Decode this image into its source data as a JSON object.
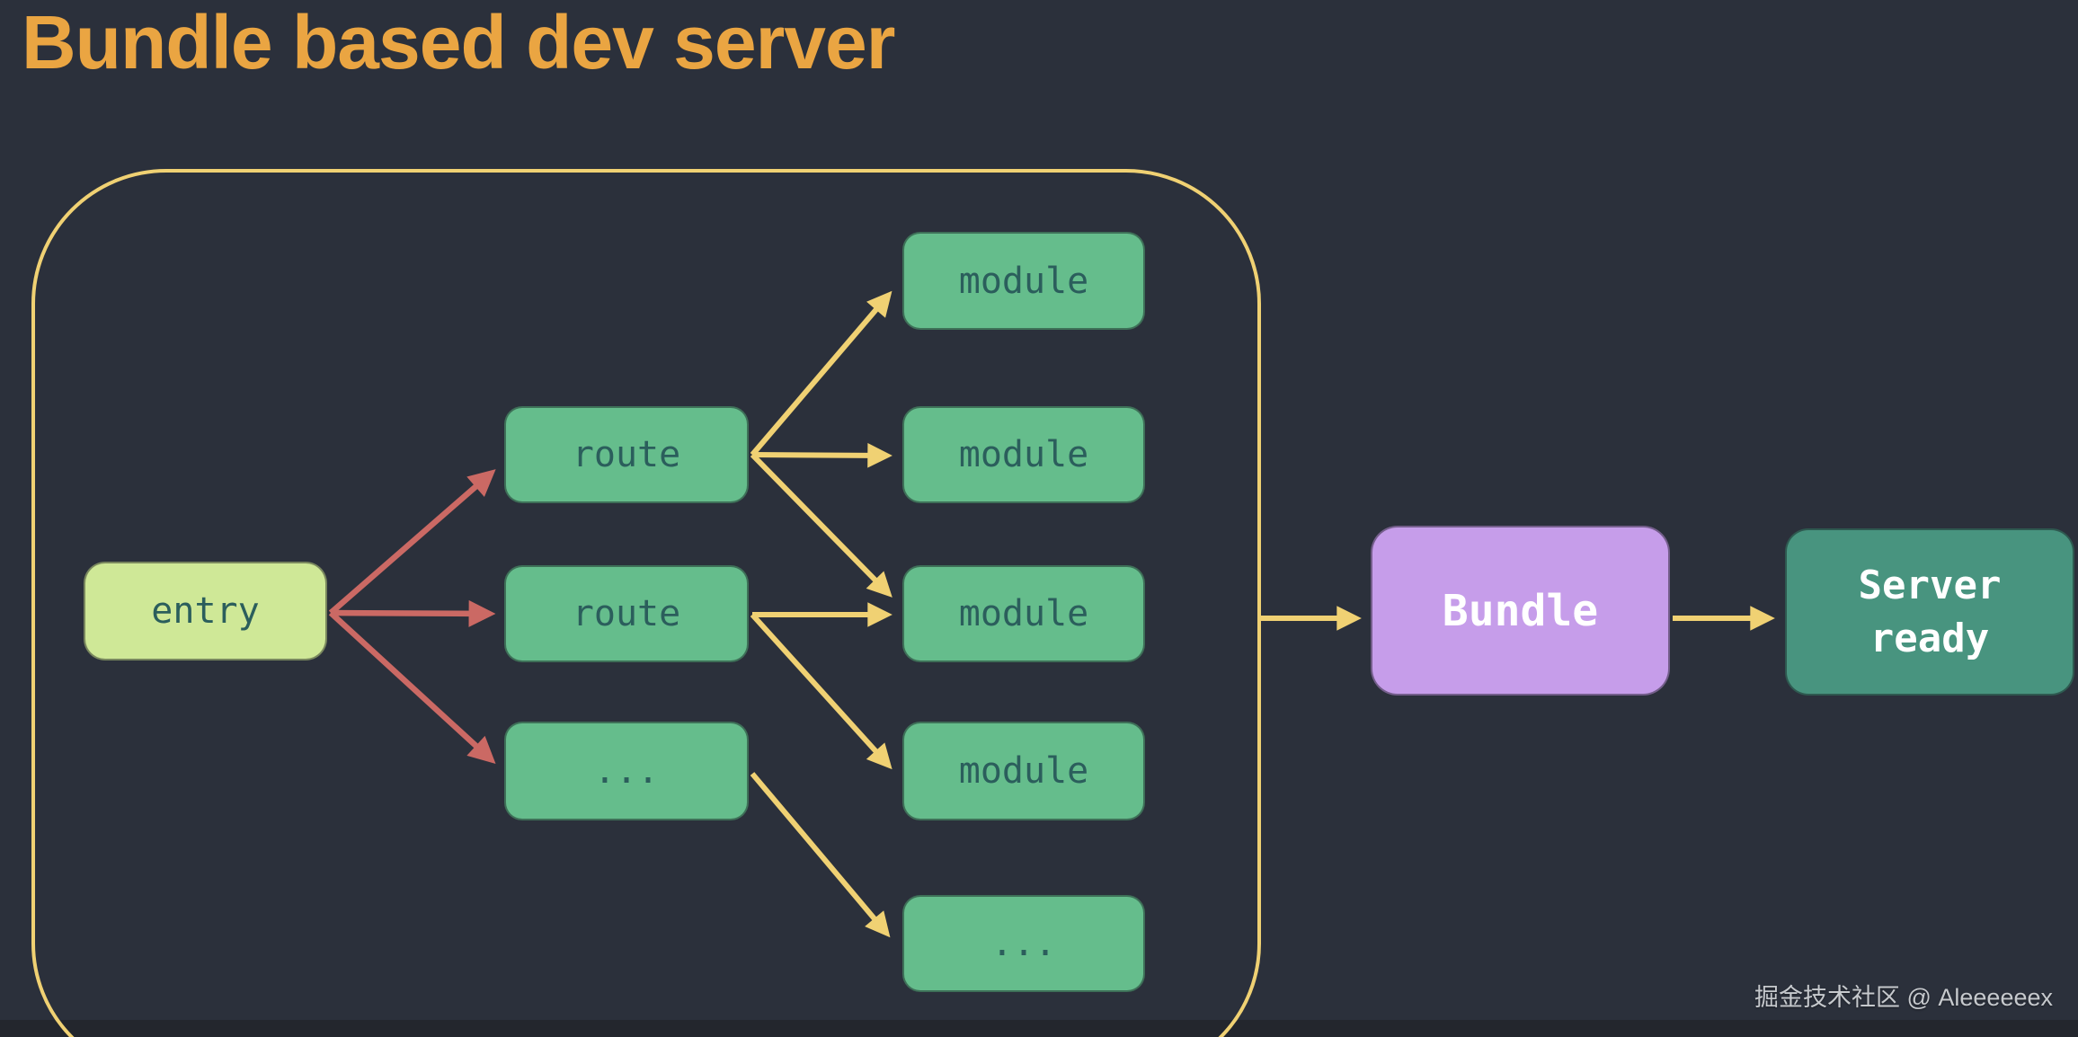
{
  "title": "Bundle based dev server",
  "watermark": "掘金技术社区 @ Aleeeeeex",
  "colors": {
    "bg": "#2b303b",
    "bottom_bar": "#23262d",
    "title": "#eaa542",
    "frame": "#f0d173",
    "arrow_yellow": "#f0d173",
    "arrow_red": "#cb6964",
    "node_green": "#65bd8c",
    "entry_fill": "#cfe897",
    "node_text": "#2b5e5c",
    "bundle_fill": "#c69dea",
    "server_fill": "#48947f",
    "light_text": "#ffffff",
    "watermark": "#c6c9cd"
  },
  "nodes": {
    "entry": {
      "label": "entry"
    },
    "route_top": {
      "label": "route"
    },
    "route_mid": {
      "label": "route"
    },
    "route_more": {
      "label": "..."
    },
    "module_1": {
      "label": "module"
    },
    "module_2": {
      "label": "module"
    },
    "module_3": {
      "label": "module"
    },
    "module_4": {
      "label": "module"
    },
    "module_more": {
      "label": "..."
    },
    "bundle": {
      "label": "Bundle"
    },
    "server": {
      "label": "Server ready"
    }
  },
  "edges": [
    {
      "from": "entry",
      "to": "route_top",
      "color": "red"
    },
    {
      "from": "entry",
      "to": "route_mid",
      "color": "red"
    },
    {
      "from": "entry",
      "to": "route_more",
      "color": "red"
    },
    {
      "from": "route_top",
      "to": "module_1",
      "color": "yellow"
    },
    {
      "from": "route_top",
      "to": "module_2",
      "color": "yellow"
    },
    {
      "from": "route_top",
      "to": "module_3",
      "color": "yellow"
    },
    {
      "from": "route_mid",
      "to": "module_3",
      "color": "yellow"
    },
    {
      "from": "route_mid",
      "to": "module_4",
      "color": "yellow"
    },
    {
      "from": "route_more",
      "to": "module_more",
      "color": "yellow"
    },
    {
      "from": "dev_server_frame",
      "to": "bundle",
      "color": "yellow"
    },
    {
      "from": "bundle",
      "to": "server",
      "color": "yellow"
    }
  ]
}
